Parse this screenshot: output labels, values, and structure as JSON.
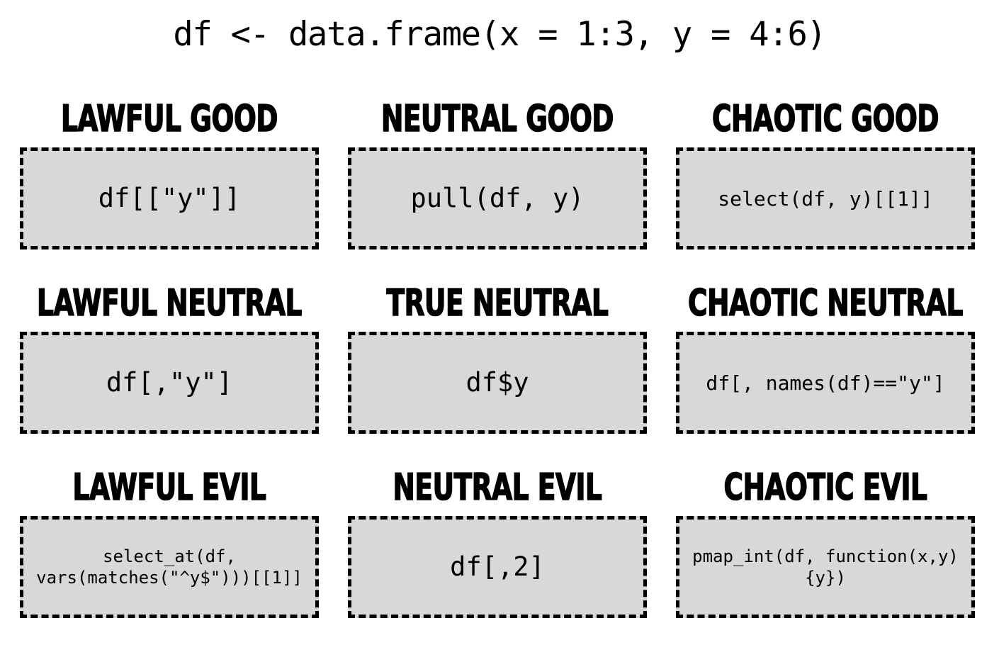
{
  "title": "df <- data.frame(x = 1:3, y = 4:6)",
  "theme": {
    "background": "#ffffff",
    "box_fill": "#d8d8d8",
    "box_border": "#000000",
    "text": "#000000"
  },
  "grid": {
    "rows": 3,
    "columns": 3,
    "cells": [
      {
        "heading": "LAWFUL GOOD",
        "code": "df[[\"y\"]]",
        "size": "size-lg"
      },
      {
        "heading": "NEUTRAL GOOD",
        "code": "pull(df, y)",
        "size": "size-lg"
      },
      {
        "heading": "CHAOTIC GOOD",
        "code": "select(df, y)[[1]]",
        "size": "size-md"
      },
      {
        "heading": "LAWFUL NEUTRAL",
        "code": "df[,\"y\"]",
        "size": "size-lg"
      },
      {
        "heading": "TRUE NEUTRAL",
        "code": "df$y",
        "size": "size-lg"
      },
      {
        "heading": "CHAOTIC NEUTRAL",
        "code": "df[, names(df)==\"y\"]",
        "size": "size-md"
      },
      {
        "heading": "LAWFUL EVIL",
        "code": "select_at(df,\nvars(matches(\"^y$\")))[[1]]",
        "size": "size-sm"
      },
      {
        "heading": "NEUTRAL EVIL",
        "code": "df[,2]",
        "size": "size-lg"
      },
      {
        "heading": "CHAOTIC EVIL",
        "code": "pmap_int(df, function(x,y){y})",
        "size": "size-sm"
      }
    ]
  }
}
